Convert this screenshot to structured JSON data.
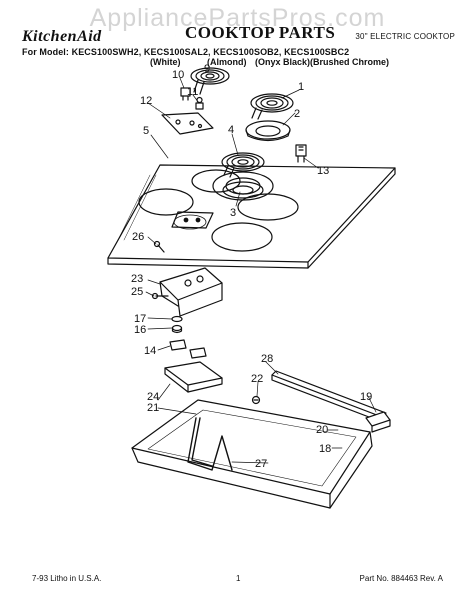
{
  "header": {
    "watermark": "AppliancePartsPros.com",
    "brand": "KitchenAid",
    "title": "COOKTOP PARTS",
    "subtitle": "30\" ELECTRIC COOKTOP",
    "models": "For Model: KECS100SWH2, KECS100SAL2, KECS100SOB2, KECS100SBC2",
    "finishes": [
      "(White)",
      "(Almond)",
      "(Onyx Black)",
      "(Brushed Chrome)"
    ]
  },
  "callouts": [
    "1",
    "2",
    "3",
    "4",
    "5",
    "9",
    "10",
    "11",
    "12",
    "13",
    "14",
    "16",
    "17",
    "18",
    "19",
    "20",
    "21",
    "22",
    "23",
    "24",
    "25",
    "26",
    "27",
    "28"
  ],
  "footer": {
    "left": "7-93  Litho in U.S.A.",
    "center": "1",
    "right": "Part No. 884463  Rev. A"
  }
}
